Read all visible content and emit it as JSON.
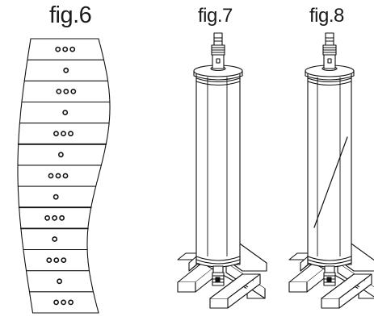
{
  "figures": [
    {
      "label": "fig.6",
      "strips": 13,
      "hole_pattern": [
        "ooo",
        "o"
      ]
    },
    {
      "label": "fig.7"
    },
    {
      "label": "fig.8"
    }
  ]
}
